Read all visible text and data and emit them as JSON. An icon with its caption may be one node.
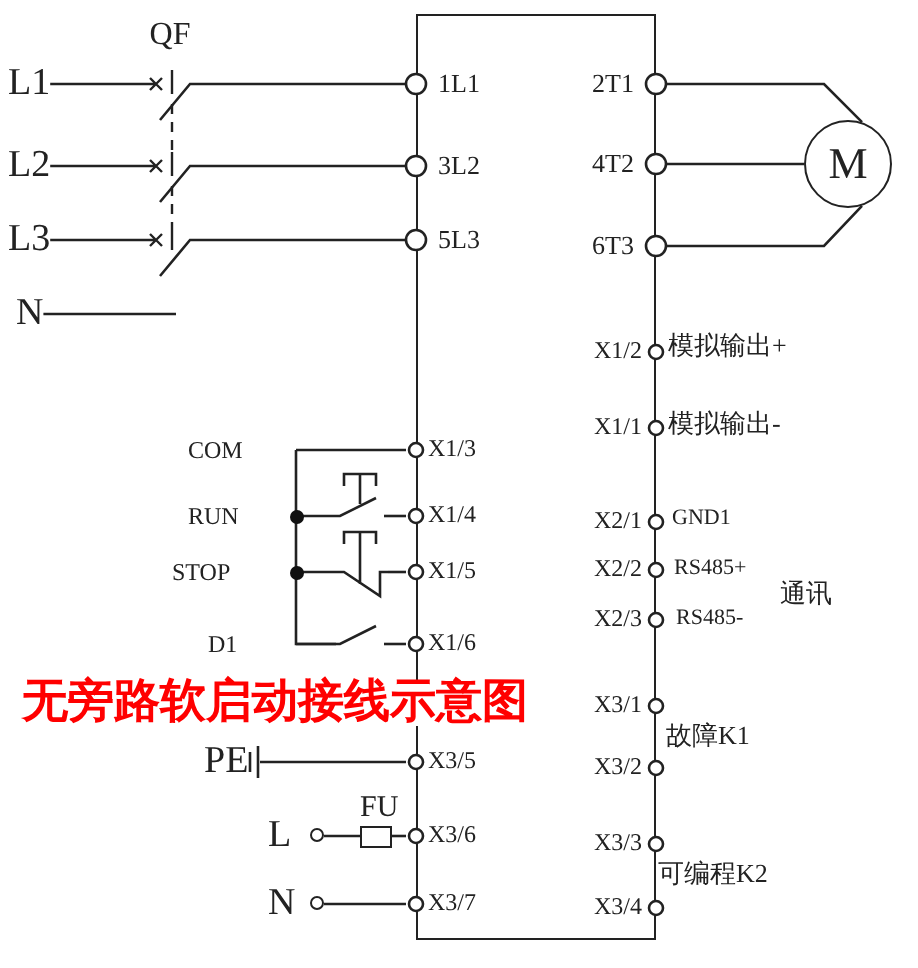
{
  "diagram": {
    "title": "无旁路软启动接线示意图",
    "nodes": [
      {
        "text": [
          "1L1",
          "2T1",
          "3L2",
          "4T2",
          "5L3",
          "6T3",
          "X1/2",
          "X1/1",
          "X1/3",
          "X1/4",
          "X2/1",
          "X1/5",
          "X2/2",
          "X2/3",
          "X1/6",
          "X3/1",
          "X3/5",
          "X3/2",
          "X3/6",
          "X3/3",
          "X3/7",
          "X3/4"
        ],
        "beside": [
          "模拟输出+",
          "模拟输出-",
          "GND1",
          "RS485+",
          "RS485-",
          "故障K1",
          "可编程K2"
        ]
      },
      {
        "text": [
          "L1"
        ]
      },
      {
        "text": [
          "L2"
        ]
      },
      {
        "text": [
          "L3"
        ]
      },
      {
        "text": [
          "N"
        ]
      },
      {
        "text": [
          "QF"
        ]
      },
      {
        "text": [
          "M"
        ]
      },
      {
        "text": [
          "COM"
        ]
      },
      {
        "text": [
          "RUN"
        ]
      },
      {
        "text": [
          "STOP"
        ]
      },
      {
        "text": [
          "D1"
        ]
      },
      {
        "text": [],
        "shape": "picture"
      },
      {
        "text": [],
        "shape": "picture"
      },
      {
        "text": [],
        "shape": "picture"
      },
      {
        "text": [
          "PE"
        ]
      },
      {
        "text": [
          "L"
        ]
      },
      {
        "text": [
          "N"
        ]
      },
      {
        "text": [
          "FU"
        ]
      }
    ],
    "edges": [
      {
        "from": 1,
        "to": 5,
        "arrow": "none"
      },
      {
        "from": 2,
        "to": 5,
        "arrow": "none"
      },
      {
        "from": 3,
        "to": 5,
        "arrow": "none"
      },
      {
        "from": 5,
        "to": 0,
        "arrow": "none"
      },
      {
        "from": 5,
        "to": 0,
        "arrow": "none"
      },
      {
        "from": 5,
        "to": 0,
        "arrow": "none"
      },
      {
        "from": 4,
        "to": null,
        "arrow": "none"
      },
      {
        "from": 0,
        "to": 6,
        "arrow": "none"
      },
      {
        "from": 0,
        "to": 6,
        "arrow": "none"
      },
      {
        "from": 0,
        "to": 6,
        "arrow": "none"
      },
      {
        "from": 7,
        "to": 0,
        "arrow": "none"
      },
      {
        "from": 8,
        "to": 11,
        "arrow": "none"
      },
      {
        "from": 11,
        "to": 0,
        "arrow": "none"
      },
      {
        "from": 9,
        "to": 12,
        "arrow": "none"
      },
      {
        "from": 12,
        "to": 0,
        "arrow": "none"
      },
      {
        "from": 10,
        "to": 13,
        "arrow": "none"
      },
      {
        "from": 13,
        "to": 0,
        "arrow": "none"
      },
      {
        "from": 14,
        "to": 0,
        "arrow": "none"
      },
      {
        "from": 15,
        "to": 17,
        "arrow": "none"
      },
      {
        "from": 17,
        "to": 0,
        "arrow": "none"
      },
      {
        "from": 16,
        "to": 0,
        "arrow": "none"
      }
    ],
    "labels": [
      "通讯"
    ]
  }
}
